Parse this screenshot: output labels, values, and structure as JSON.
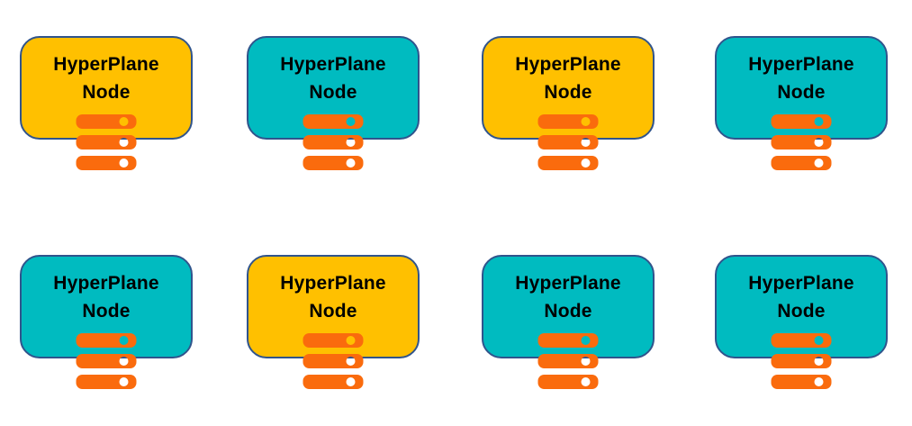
{
  "diagram": {
    "description": "Grid of HyperPlane Node shapes",
    "rows": 2,
    "columns": 4
  },
  "colors": {
    "gold": "#FFC000",
    "teal": "#00BBC0",
    "orange": "#FA6B0D",
    "border": "#30548C",
    "text": "#000000"
  },
  "icon": {
    "name": "server-stack-icon",
    "bars": 3
  },
  "nodes": [
    {
      "label": "HyperPlane Node",
      "variant": "gold",
      "row": 1,
      "col": 1
    },
    {
      "label": "HyperPlane Node",
      "variant": "teal",
      "row": 1,
      "col": 2
    },
    {
      "label": "HyperPlane Node",
      "variant": "gold",
      "row": 1,
      "col": 3
    },
    {
      "label": "HyperPlane Node",
      "variant": "teal",
      "row": 1,
      "col": 4
    },
    {
      "label": "HyperPlane Node",
      "variant": "teal",
      "row": 2,
      "col": 1
    },
    {
      "label": "HyperPlane Node",
      "variant": "gold",
      "row": 2,
      "col": 2
    },
    {
      "label": "HyperPlane Node",
      "variant": "teal",
      "row": 2,
      "col": 3
    },
    {
      "label": "HyperPlane Node",
      "variant": "teal",
      "row": 2,
      "col": 4
    }
  ]
}
